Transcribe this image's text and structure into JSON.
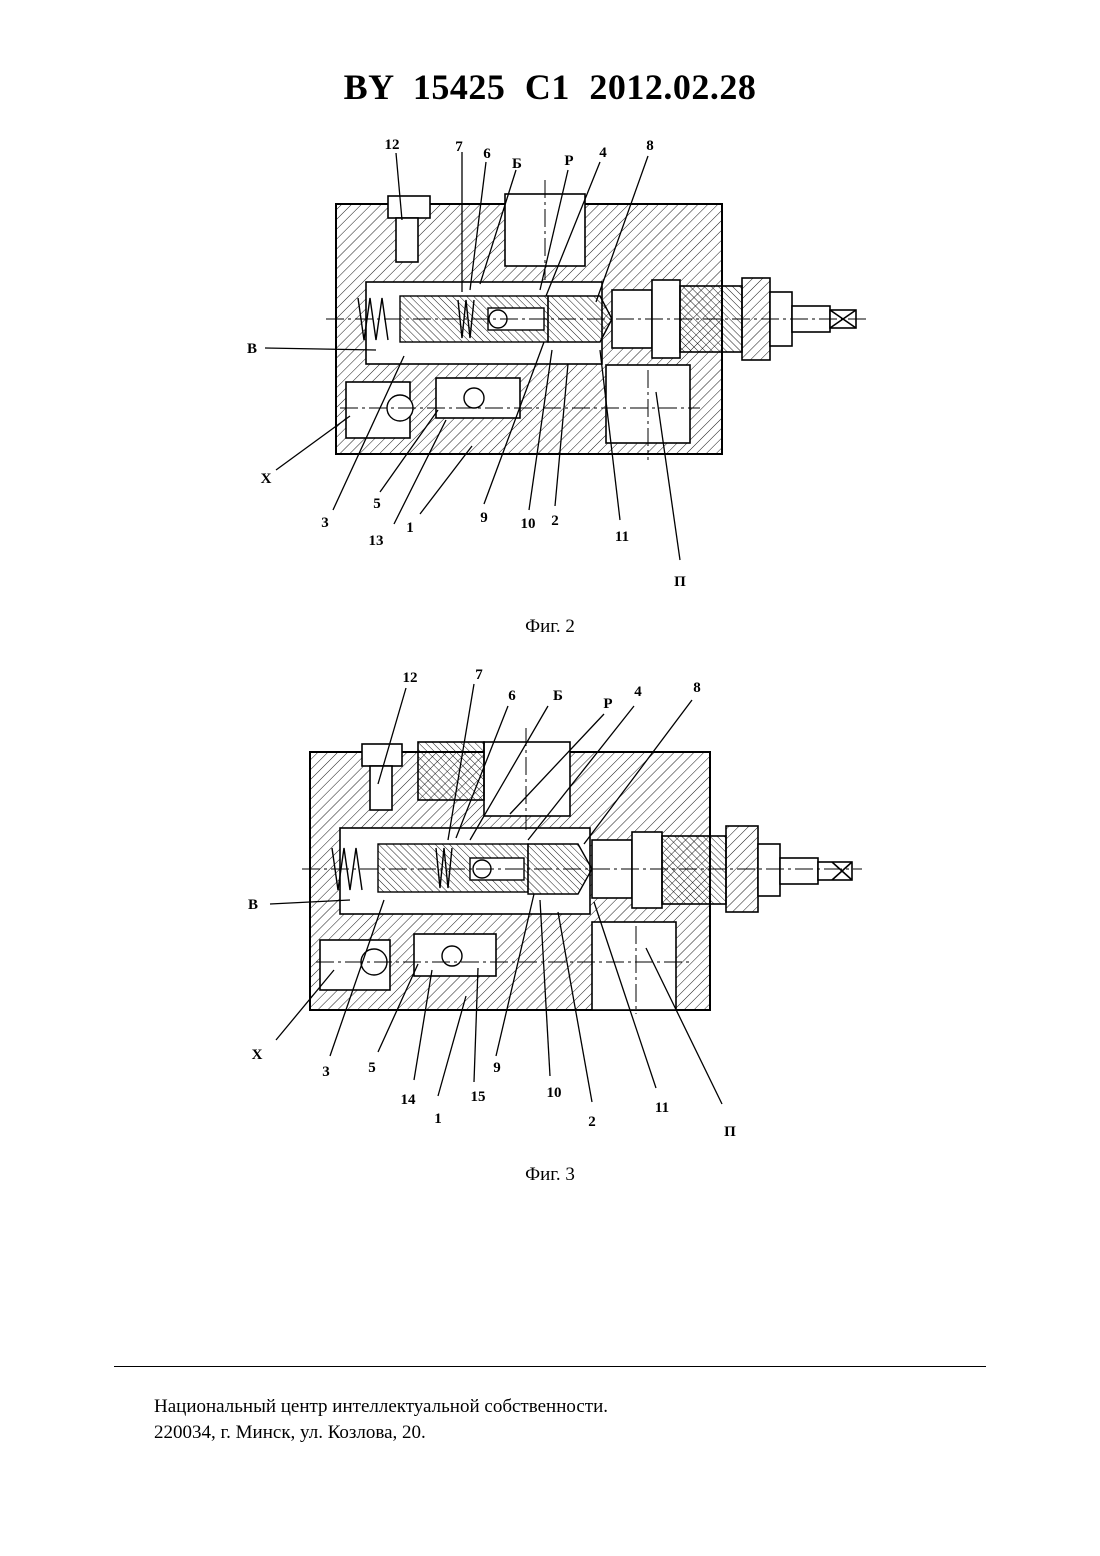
{
  "header": {
    "title": "BY  15425  C1  2012.02.28"
  },
  "figures": [
    {
      "caption": "Фиг. 2",
      "labels": {
        "n12": "12",
        "n7": "7",
        "n6": "6",
        "nB": "Б",
        "nP": "Р",
        "n4": "4",
        "n8": "8",
        "nV": "В",
        "nX": "Х",
        "n3": "3",
        "n5": "5",
        "n13": "13",
        "n1": "1",
        "n9": "9",
        "n10": "10",
        "n2": "2",
        "n11": "11",
        "nPi": "П"
      }
    },
    {
      "caption": "Фиг. 3",
      "labels": {
        "n12": "12",
        "n7": "7",
        "n6": "6",
        "nB": "Б",
        "nP": "Р",
        "n4": "4",
        "n8": "8",
        "nV": "В",
        "nX": "Х",
        "n3": "3",
        "n5": "5",
        "n14": "14",
        "n15": "15",
        "n1": "1",
        "n9": "9",
        "n10": "10",
        "n2": "2",
        "n11": "11",
        "nPi": "П"
      }
    }
  ],
  "footer": {
    "line1": "Национальный центр интеллектуальной собственности.",
    "line2": "220034, г. Минск, ул. Козлова, 20."
  }
}
